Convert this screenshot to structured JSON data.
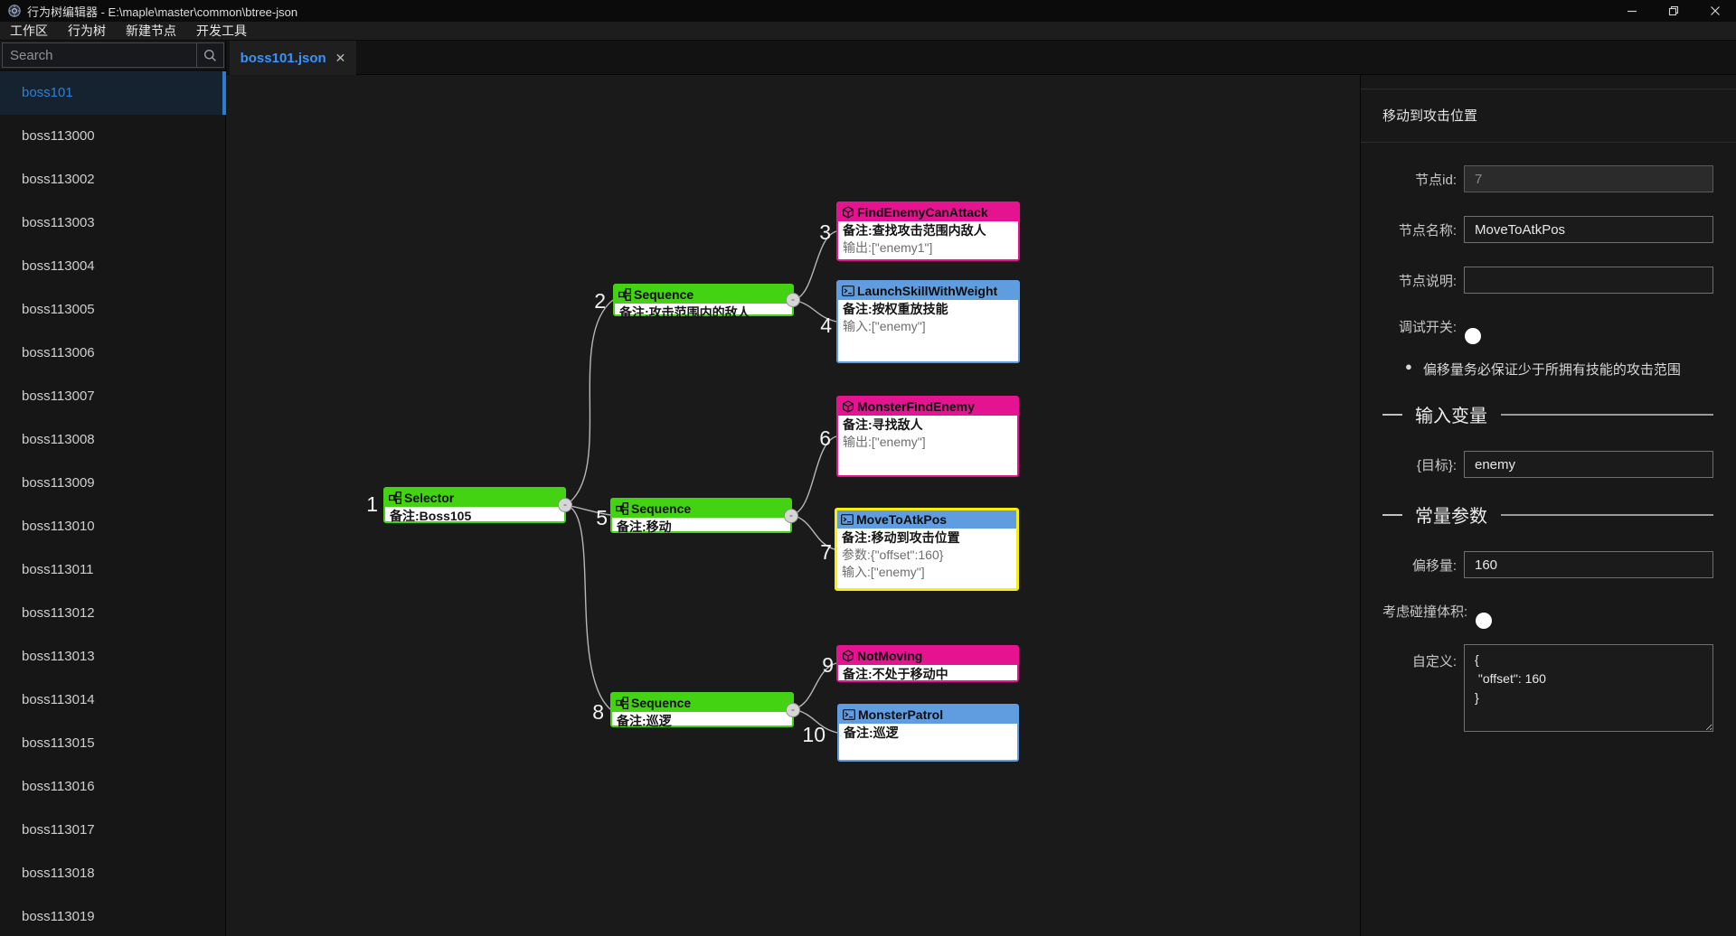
{
  "window": {
    "title": "行为树编辑器 - E:\\maple\\master\\common\\btree-json",
    "controls": {
      "minimize": "minimize",
      "restore": "restore",
      "close": "close"
    }
  },
  "menu": {
    "items": [
      "工作区",
      "行为树",
      "新建节点",
      "开发工具"
    ]
  },
  "sidebar": {
    "search_placeholder": "Search",
    "items": [
      {
        "label": "boss101",
        "selected": true
      },
      {
        "label": "boss113000"
      },
      {
        "label": "boss113002"
      },
      {
        "label": "boss113003"
      },
      {
        "label": "boss113004"
      },
      {
        "label": "boss113005"
      },
      {
        "label": "boss113006"
      },
      {
        "label": "boss113007"
      },
      {
        "label": "boss113008"
      },
      {
        "label": "boss113009"
      },
      {
        "label": "boss113010"
      },
      {
        "label": "boss113011"
      },
      {
        "label": "boss113012"
      },
      {
        "label": "boss113013"
      },
      {
        "label": "boss113014"
      },
      {
        "label": "boss113015"
      },
      {
        "label": "boss113016"
      },
      {
        "label": "boss113017"
      },
      {
        "label": "boss113018"
      },
      {
        "label": "boss113019"
      }
    ]
  },
  "tab": {
    "label": "boss101.json",
    "close_glyph": "✕"
  },
  "tree": {
    "collapse_glyph": "-",
    "colors": {
      "composite": "#43d312",
      "condition": "#e51390",
      "action": "#5f9de0",
      "selected_border": "#f7ef0e"
    },
    "nodes": [
      {
        "num": "1",
        "type": "composite",
        "title": "Selector",
        "lines": [
          "备注:Boss105"
        ]
      },
      {
        "num": "2",
        "type": "composite",
        "title": "Sequence",
        "lines": [
          "备注:攻击范围内的敌人"
        ]
      },
      {
        "num": "3",
        "type": "condition",
        "title": "FindEnemyCanAttack",
        "lines": [
          "备注:查找攻击范围内敌人",
          "输出:[\"enemy1\"]"
        ]
      },
      {
        "num": "4",
        "type": "action",
        "title": "LaunchSkillWithWeight",
        "lines": [
          "备注:按权重放技能",
          "输入:[\"enemy\"]"
        ]
      },
      {
        "num": "5",
        "type": "composite",
        "title": "Sequence",
        "lines": [
          "备注:移动"
        ]
      },
      {
        "num": "6",
        "type": "condition",
        "title": "MonsterFindEnemy",
        "lines": [
          "备注:寻找敌人",
          "输出:[\"enemy\"]"
        ]
      },
      {
        "num": "7",
        "type": "action",
        "title": "MoveToAtkPos",
        "lines": [
          "备注:移动到攻击位置",
          "参数:{\"offset\":160}",
          "输入:[\"enemy\"]"
        ]
      },
      {
        "num": "8",
        "type": "composite",
        "title": "Sequence",
        "lines": [
          "备注:巡逻"
        ]
      },
      {
        "num": "9",
        "type": "condition",
        "title": "NotMoving",
        "lines": [
          "备注:不处于移动中"
        ]
      },
      {
        "num": "10",
        "type": "action",
        "title": "MonsterPatrol",
        "lines": [
          "备注:巡逻"
        ]
      }
    ]
  },
  "panel": {
    "title": "移动到攻击位置",
    "node_id": {
      "label": "节点id:",
      "value": "7"
    },
    "node_name": {
      "label": "节点名称:",
      "value": "MoveToAtkPos"
    },
    "node_desc": {
      "label": "节点说明:",
      "value": ""
    },
    "debug": {
      "label": "调试开关:",
      "state": "off"
    },
    "note": "偏移量务必保证少于所拥有技能的攻击范围",
    "note_bullet": "●",
    "input_section_title": "输入变量",
    "target": {
      "label": "{目标}:",
      "value": "enemy"
    },
    "const_section_title": "常量参数",
    "offset": {
      "label": "偏移量:",
      "value": "160"
    },
    "collision": {
      "label": "考虑碰撞体积:",
      "state": "off"
    },
    "custom": {
      "label": "自定义:",
      "value": "{\n \"offset\": 160\n}"
    }
  }
}
